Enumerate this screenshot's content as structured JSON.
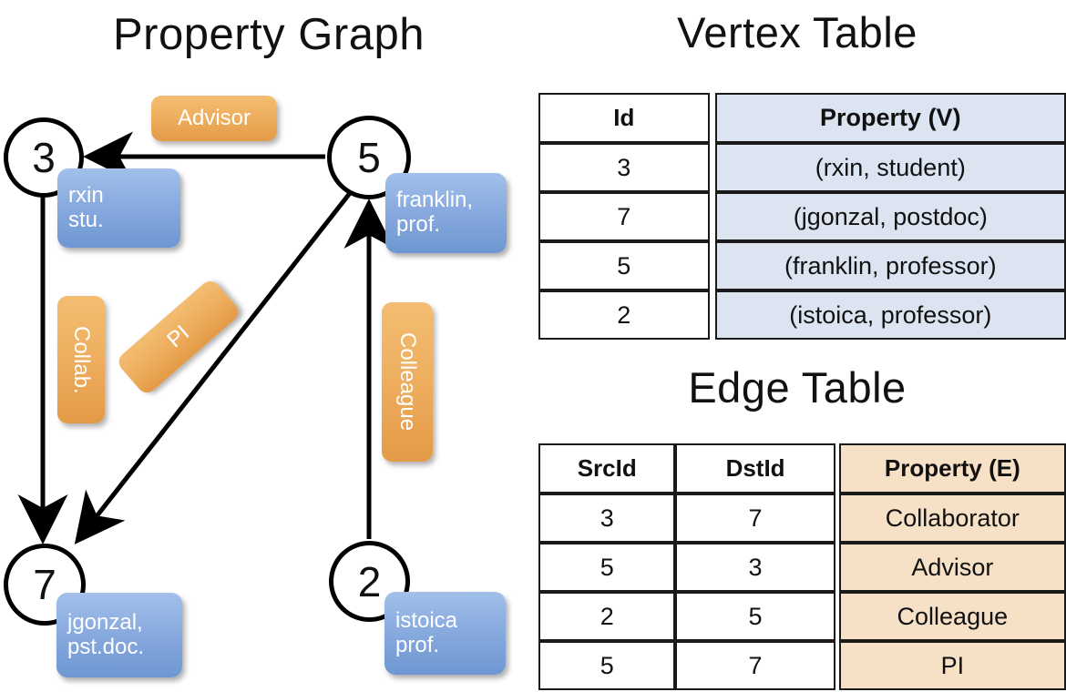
{
  "titles": {
    "property_graph": "Property Graph",
    "vertex_table": "Vertex Table",
    "edge_table": "Edge Table"
  },
  "colors": {
    "vertex_property_fill": "#dce4f2",
    "edge_property_fill": "#f6e0c6",
    "node_box_blue_top": "#a2c0ea",
    "node_box_blue_bottom": "#6e97d2",
    "edge_label_orange_top": "#f3bd72",
    "edge_label_orange_bottom": "#e39a47",
    "stroke": "#000000"
  },
  "graph": {
    "nodes": [
      {
        "id": "3",
        "property_line1": "rxin",
        "property_line2": "stu."
      },
      {
        "id": "5",
        "property_line1": "franklin,",
        "property_line2": "prof."
      },
      {
        "id": "7",
        "property_line1": "jgonzal,",
        "property_line2": "pst.doc."
      },
      {
        "id": "2",
        "property_line1": "istoica",
        "property_line2": "prof."
      }
    ],
    "edge_labels": [
      {
        "name": "advisor",
        "text": "Advisor"
      },
      {
        "name": "collab",
        "text": "Collab."
      },
      {
        "name": "pi",
        "text": "PI"
      },
      {
        "name": "colleague",
        "text": "Colleague"
      }
    ]
  },
  "vertex_table": {
    "headers": [
      "Id",
      "Property (V)"
    ],
    "rows": [
      {
        "id": "3",
        "property": "(rxin, student)"
      },
      {
        "id": "7",
        "property": "(jgonzal, postdoc)"
      },
      {
        "id": "5",
        "property": "(franklin, professor)"
      },
      {
        "id": "2",
        "property": "(istoica, professor)"
      }
    ]
  },
  "edge_table": {
    "headers": [
      "SrcId",
      "DstId",
      "Property (E)"
    ],
    "rows": [
      {
        "src": "3",
        "dst": "7",
        "property": "Collaborator"
      },
      {
        "src": "5",
        "dst": "3",
        "property": "Advisor"
      },
      {
        "src": "2",
        "dst": "5",
        "property": "Colleague"
      },
      {
        "src": "5",
        "dst": "7",
        "property": "PI"
      }
    ]
  }
}
